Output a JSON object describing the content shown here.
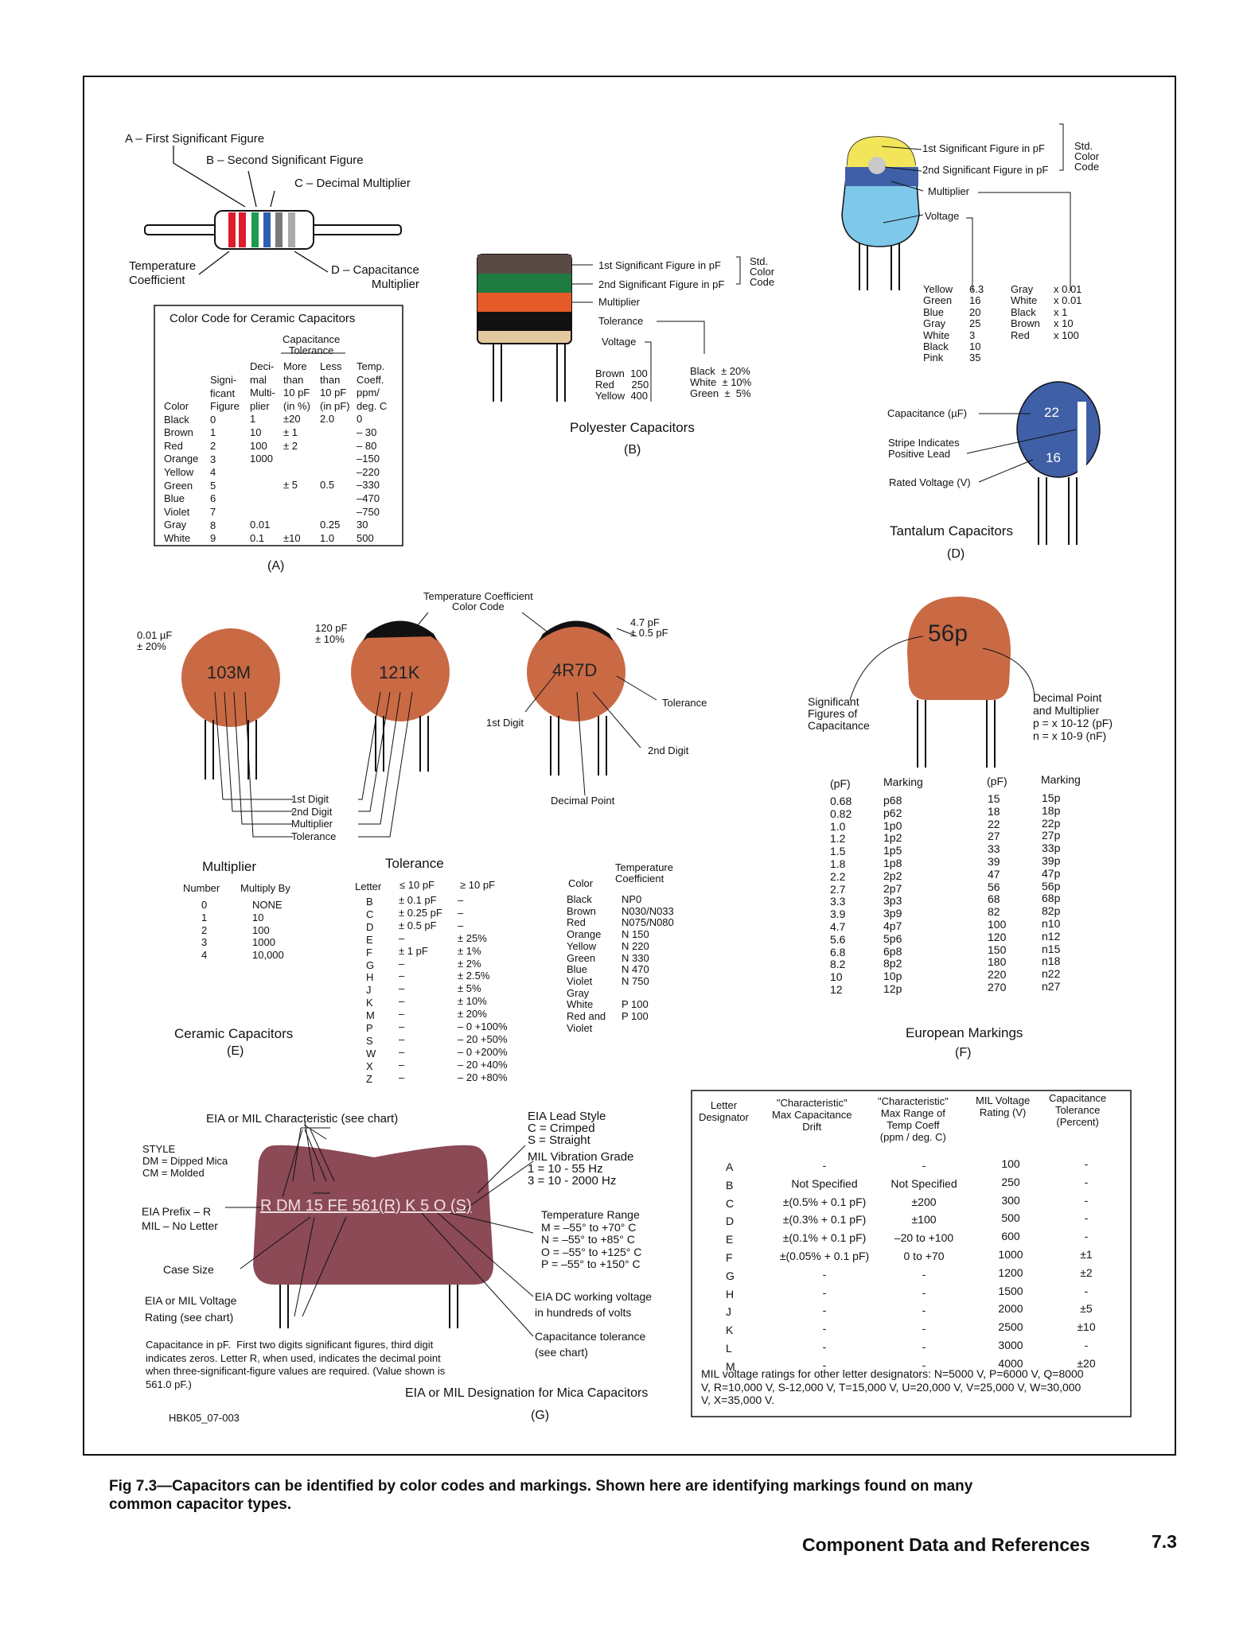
{
  "section_a": {
    "label_a": "A – First Significant Figure",
    "label_b": "B – Second Significant Figure",
    "label_c": "C – Decimal Multiplier",
    "label_d": "D – Capacitance\nMultiplier",
    "label_temp": "Temperature\nCoefficient",
    "table_title": "Color Code for Ceramic Capacitors",
    "table_subtitle": "Capacitance\nTolerance",
    "col_color": "Color\nBlack\nBrown\nRed\nOrange\nYellow\nGreen\nBlue\nViolet\nGray\nWhite",
    "col_figure": "Signi-\nficant\nFigure\n0\n1\n2\n3\n4\n5\n6\n7\n8\n9",
    "col_multiplier": "Deci-\nmal\nMulti-\nplier\n1\n10\n100\n1000\n\n\n\n\n0.01\n0.1",
    "col_more": "More\nthan\n10 pF\n(in %)\n±20\n± 1\n± 2\n\n\n± 5\n\n\n\n±10",
    "col_less": "Less\nthan\n10 pF\n(in pF)\n2.0\n\n\n\n\n0.5\n\n\n0.25\n1.0",
    "col_temp": "Temp.\nCoeff.\nppm/\ndeg. C\n0\n– 30\n– 80\n–150\n–220\n–330\n–470\n–750\n30\n500",
    "caption": "(A)"
  },
  "section_b": {
    "label_fig1": "1st Significant Figure in pF",
    "label_fig2": "2nd Significant Figure in pF",
    "label_mult": "Multiplier",
    "label_tol": "Tolerance",
    "label_volt": "Voltage",
    "std": "Std.\nColor\nCode",
    "volt_table": "Brown  100\nRed      250\nYellow  400",
    "tol_table": "Black  ± 20%\nWhite  ± 10%\nGreen  ±  5%",
    "title": "Polyester Capacitors",
    "caption": "(B)"
  },
  "section_c": {
    "label_fig1": "1st Significant Figure in pF",
    "label_fig2": "2nd Significant Figure in pF",
    "label_mult": "Multiplier",
    "label_volt": "Voltage",
    "std": "Std.\nColor\nCode",
    "volt_colors": "Yellow\nGreen\nBlue\nGray\nWhite\nBlack\nPink",
    "volt_values": "6.3\n16\n20\n25\n3\n10\n35",
    "mult_colors": "Gray\nWhite\nBlack\nBrown\nRed",
    "mult_values": "x 0.01\nx 0.01\nx 1\nx 10\nx 100"
  },
  "section_d": {
    "label_cap": "Capacitance (µF)",
    "label_stripe": "Stripe Indicates\nPositive Lead",
    "label_volt": "Rated Voltage (V)",
    "mark_cap": "22",
    "mark_volt": "16",
    "title": "Tantalum Capacitors",
    "caption": "(D)"
  },
  "section_e": {
    "val1": "0.01 µF\n± 20%",
    "val2": "120 pF\n± 10%",
    "val3": "4.7 pF\n± 0.5 pF",
    "mark1": "103M",
    "mark2": "121K",
    "mark3": "4R7D",
    "temp_coeff_label": "Temperature Coefficient\nColor Code",
    "digit_labels": "1st Digit\n2nd Digit\nMultiplier\nTolerance",
    "first_digit": "1st Digit",
    "second_digit": "2nd Digit",
    "tolerance": "Tolerance",
    "decimal_point": "Decimal Point",
    "multiplier_title": "Multiplier",
    "mult_head_num": "Number",
    "mult_head_by": "Multiply By",
    "mult_numbers": "0\n1\n2\n3\n4",
    "mult_values": "NONE\n10\n100\n1000\n10,000",
    "tolerance_title": "Tolerance",
    "tol_head_letter": "Letter",
    "tol_head_le10": "≤ 10 pF",
    "tol_head_ge10": "≥ 10 pF",
    "tol_letters": "B\nC\nD\nE\nF\nG\nH\nJ\nK\nM\nP\nS\nW\nX\nZ",
    "tol_le10": "± 0.1 pF\n± 0.25 pF\n± 0.5 pF\n–\n± 1 pF\n–\n–\n–\n–\n–\n–\n–\n–\n–\n–",
    "tol_ge10": "–\n–\n–\n± 25%\n± 1%\n± 2%\n± 2.5%\n± 5%\n± 10%\n± 20%\n– 0 +100%\n– 20 +50%\n– 0 +200%\n– 20 +40%\n– 20 +80%",
    "tc_head_color": "Color",
    "tc_head_temp": "Temperature\nCoefficient",
    "tc_colors": "Black\nBrown\nRed\nOrange\nYellow\nGreen\nBlue\nViolet\nGray\nWhite\nRed and\nViolet",
    "tc_values": "NP0\nN030/N033\nN075/N080\nN 150\nN 220\nN 330\nN 470\nN 750\n\nP 100\nP 100",
    "title": "Ceramic Capacitors",
    "caption": "(E)"
  },
  "section_f": {
    "mark": "56p",
    "label_sig": "Significant\nFigures of\nCapacitance",
    "label_dec": "Decimal Point\nand Multiplier\np = x 10-12 (pF)\nn = x 10-9 (nF)",
    "head_pf": "(pF)",
    "head_marking": "Marking",
    "pf_left": "0.68\n0.82\n1.0\n1.2\n1.5\n1.8\n2.2\n2.7\n3.3\n3.9\n4.7\n5.6\n6.8\n8.2\n10\n12",
    "mark_left": "p68\np62\n1p0\n1p2\n1p5\n1p8\n2p2\n2p7\n3p3\n3p9\n4p7\n5p6\n6p8\n8p2\n10p\n12p",
    "pf_right": "15\n18\n22\n27\n33\n39\n47\n56\n68\n82\n100\n120\n150\n180\n220\n270",
    "mark_right": "15p\n18p\n22p\n27p\n33p\n39p\n47p\n56p\n68p\n82p\nn10\nn12\nn15\nn18\nn22\nn27",
    "title": "European Markings",
    "caption": "(F)"
  },
  "section_g": {
    "eia_char": "EIA or MIL Characteristic (see chart)",
    "style": "STYLE\nDM = Dipped Mica\nCM = Molded",
    "prefix": "EIA Prefix – R\nMIL – No Letter",
    "case_size": "Case Size",
    "volt_rating": "EIA or MIL Voltage\nRating (see chart)",
    "marking": "R DM 15 FE 561(R) K 5 O (S)",
    "lead_style": "EIA Lead Style\nC = Crimped\nS = Straight",
    "vib_grade": "MIL Vibration Grade\n1 = 10 - 55 Hz\n3 = 10 - 2000 Hz",
    "temp_range": "Temperature Range\nM = –55° to +70° C\nN = –55° to +85° C\nO = –55° to +125° C\nP = –55° to +150° C",
    "dc_volt": "EIA DC working voltage\nin hundreds of volts",
    "cap_tol": "Capacitance tolerance\n(see chart)",
    "note": "Capacitance in pF.  First two digits significant figures, third digit\nindicates zeros. Letter R, when used, indicates the decimal point\nwhen three-significant-figure values are required. (Value shown is\n561.0 pF.)",
    "id": "HBK05_07-003",
    "title": "EIA or MIL Designation for Mica Capacitors",
    "caption": "(G)"
  },
  "mil_table": {
    "h1": "Letter\nDesignator",
    "h2": "\"Characteristic\"\nMax Capacitance\nDrift",
    "h3": "\"Characteristic\"\nMax Range of\nTemp Coeff\n(ppm / deg. C)",
    "h4": "MIL Voltage\nRating (V)",
    "h5": "Capacitance\nTolerance\n(Percent)",
    "letters": "A\nB\nC\nD\nE\nF\nG\nH\nJ\nK\nL\nM",
    "drift": "-\nNot Specified\n±(0.5% + 0.1 pF)\n±(0.3% + 0.1 pF)\n±(0.1% + 0.1 pF)\n±(0.05% + 0.1 pF)\n-\n-\n-\n-\n-\n-",
    "tempco": "-\nNot Specified\n±200\n±100\n–20 to +100\n0 to +70\n-\n-\n-\n-\n-\n-",
    "voltage": "100\n250\n300\n500\n600\n1000\n1200\n1500\n2000\n2500\n3000\n4000",
    "tolerance": "-\n-\n-\n-\n-\n±1\n±2\n-\n±5\n±10\n-\n±20",
    "footer": "MIL voltage ratings for other letter designators: N=5000 V, P=6000 V, Q=8000\nV, R=10,000 V, S-12,000 V, T=15,000 V, U=20,000 V, V=25,000 V, W=30,000\nV, X=35,000 V."
  },
  "figure_caption": "Fig 7.3—Capacitors can be identified by color codes and markings. Shown here are identifying markings found on many\ncommon capacitor types.",
  "footer": {
    "section": "Component Data and References",
    "page": "7.3"
  }
}
